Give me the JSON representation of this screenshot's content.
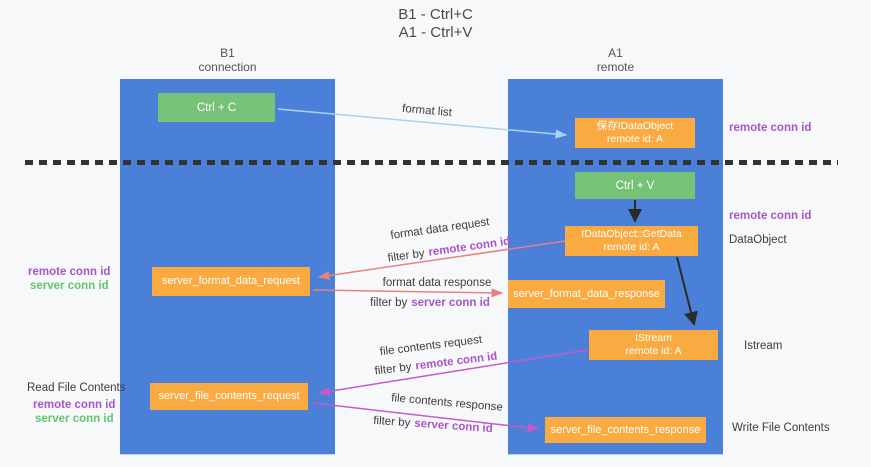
{
  "title": {
    "line1": "B1 - Ctrl+C",
    "line2": "A1 - Ctrl+V"
  },
  "columns": {
    "left": {
      "name": "B1",
      "role": "connection"
    },
    "right": {
      "name": "A1",
      "role": "remote"
    }
  },
  "boxes": {
    "ctrl_c": "Ctrl + C",
    "ctrl_v": "Ctrl + V",
    "save_dataobject": {
      "line1": "保存IDataObject",
      "line2": "remote id: A"
    },
    "getdata": {
      "line1": "IDataObject::GetData",
      "line2": "remote id: A"
    },
    "istream": {
      "line1": "IStream",
      "line2": "remote id: A"
    },
    "format_request": "server_format_data_request",
    "format_response": "server_format_data_response",
    "file_request": "server_file_contents_request",
    "file_response": "server_file_contents_response"
  },
  "arrows": {
    "format_list": "format list",
    "format_data_request": "format data request",
    "format_data_response": "format data response",
    "file_contents_request": "file contents request",
    "file_contents_response": "file contents response",
    "filter_by": "filter by",
    "remote_conn_id": "remote conn id",
    "server_conn_id": "server conn id"
  },
  "side_labels": {
    "remote_conn_id": "remote conn id",
    "server_conn_id": "server conn id",
    "dataobject": "DataObject",
    "istream": "Istream",
    "read_file_contents": "Read File Contents",
    "write_file_contents": "Write File Contents"
  },
  "colors": {
    "column_blue": "#4b80d8",
    "box_green": "#76c276",
    "box_orange": "#f9ab42",
    "arrow_blue": "#a9d3ef",
    "arrow_black": "#2b2b2b",
    "arrow_salmon": "#e98080",
    "arrow_magenta": "#c65bc6",
    "text_purple": "#a855c8",
    "text_green": "#64c46e"
  }
}
